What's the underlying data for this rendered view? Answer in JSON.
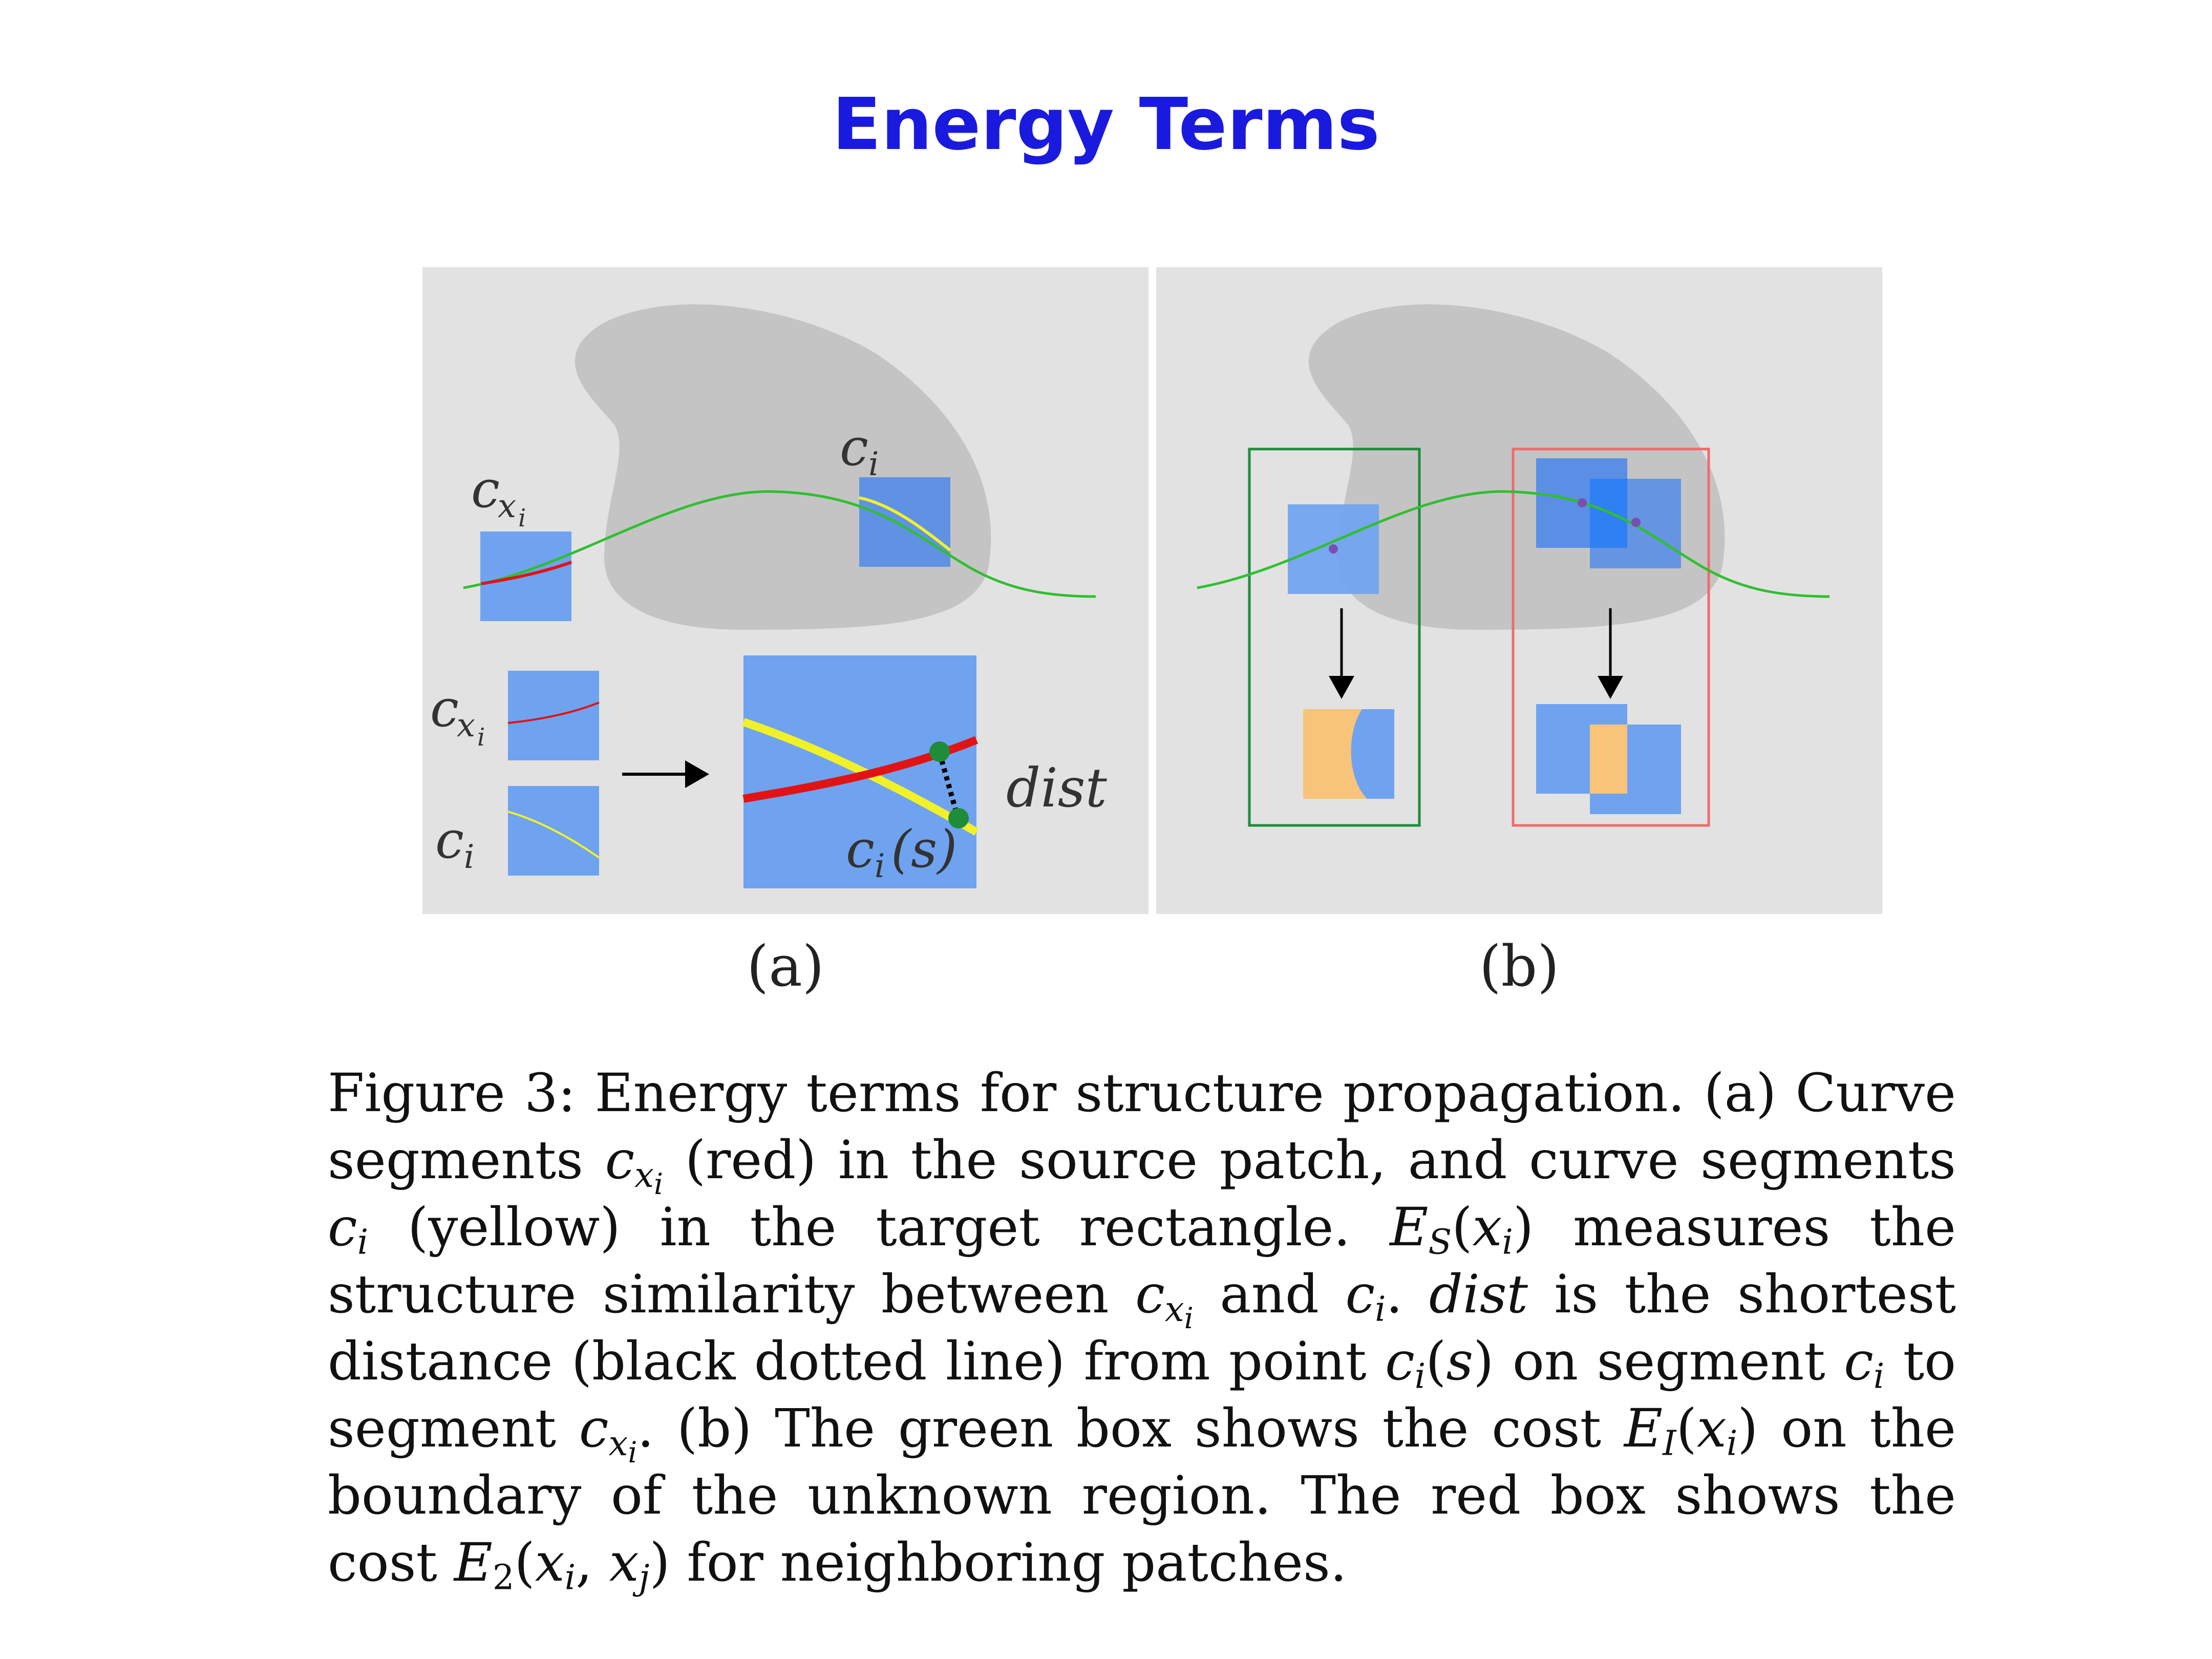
{
  "slide": {
    "title": "Energy Terms"
  },
  "figure": {
    "panel_a": {
      "label": "(a)",
      "curve_c_i": "c",
      "curve_c_i_sub": "i",
      "curve_c_xi": "c",
      "curve_c_xi_sub": "x",
      "curve_c_xi_subsub": "i",
      "dist": "dist",
      "ci_s": "c",
      "ci_s_sub": "i",
      "ci_s_arg": "(s)"
    },
    "panel_b": {
      "label": "(b)"
    },
    "colors": {
      "panel_bg": "#e2e2e2",
      "region": "#c4c4c4",
      "patch": "#6fa3f0",
      "patch_dark": "#5b8fe6",
      "curve_green": "#2fbf2f",
      "curve_red": "#e01414",
      "curve_yellow": "#f1f12a",
      "box_green": "#1e8c3a",
      "box_red": "#ef6b6b",
      "fill_orange": "#f7c47a"
    }
  },
  "caption": {
    "l1": "Figure 3: Energy terms for structure propagation. (a) Curve",
    "l2a": "segments",
    "l2b": "(red) in the source patch, and curve segments",
    "l3b": "(yellow) in the target rectangle.",
    "l3c": "measures the",
    "l4a": "structure similarity between",
    "l4b": "and",
    "l4c": "dist",
    "l4d": "is the shortest",
    "l5a": "distance (black dotted line) from point",
    "l5b": "on segment",
    "l6a": "to segment",
    "l6b": "(b) The green box shows the cost",
    "l7": "on the boundary of the unknown region. The red box shows",
    "l8a": "the cost",
    "l8b": "for neighboring patches."
  }
}
